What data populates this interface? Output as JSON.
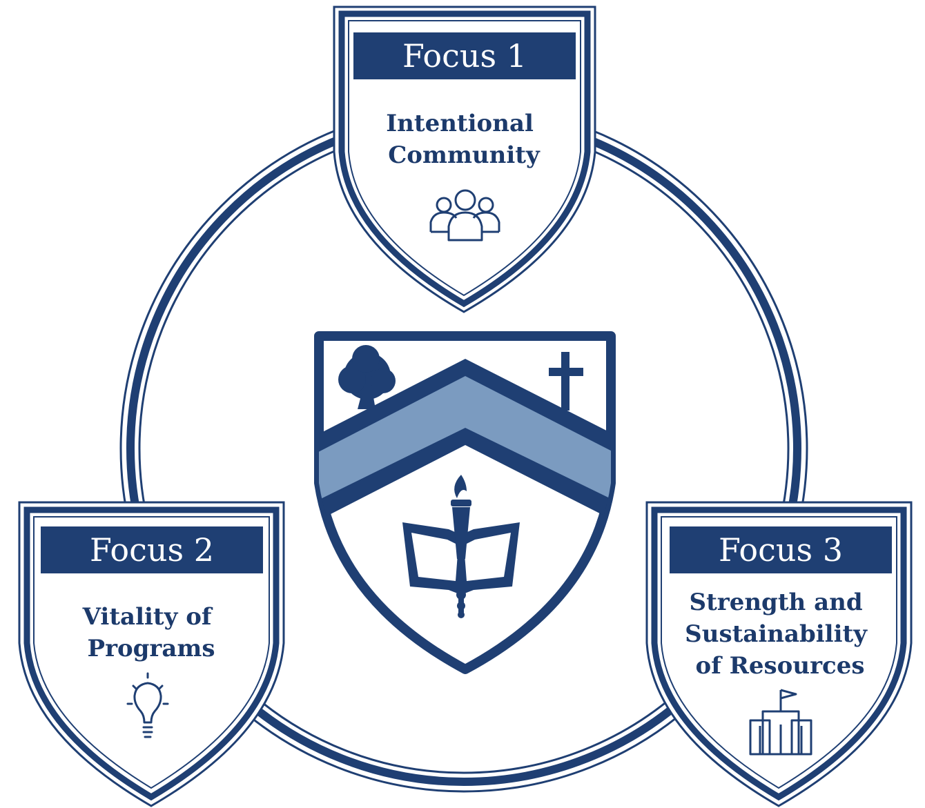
{
  "colors": {
    "navy": "#1f3f73",
    "navy_dark": "#1c3a6b",
    "chevron": "#7b9bc0",
    "white": "#ffffff"
  },
  "center_crest": {
    "icons": [
      "oak-tree-icon",
      "cross-icon",
      "open-book-icon",
      "torch-icon"
    ]
  },
  "focus_areas": [
    {
      "title": "Focus 1",
      "subtitle_lines": [
        "Intentional",
        "Community"
      ],
      "icon": "people-group-icon"
    },
    {
      "title": "Focus 2",
      "subtitle_lines": [
        "Vitality of",
        "Programs"
      ],
      "icon": "lightbulb-icon"
    },
    {
      "title": "Focus 3",
      "subtitle_lines": [
        "Strength and",
        "Sustainability",
        "of Resources"
      ],
      "icon": "building-flag-icon"
    }
  ]
}
